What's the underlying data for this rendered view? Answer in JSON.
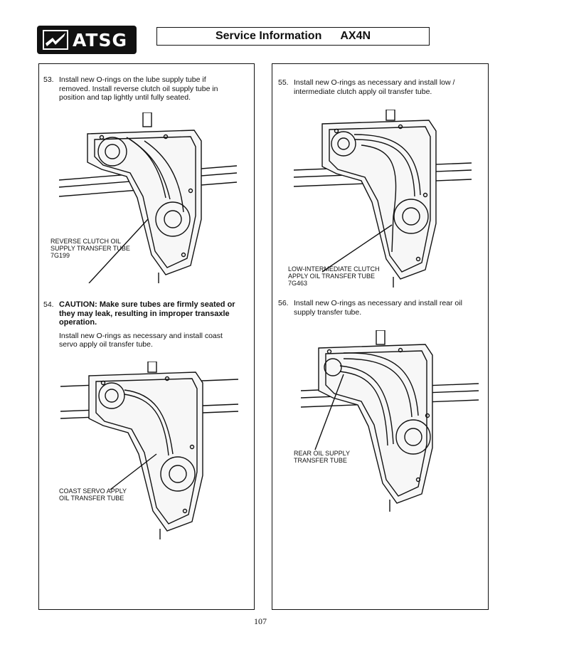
{
  "header": {
    "logo_text": "ATSG",
    "title": "Service Information",
    "model": "AX4N"
  },
  "steps": [
    {
      "number": "53.",
      "text": "Install new O-rings on the lube supply tube if removed. Install reverse clutch oil supply tube in position and tap lightly until fully seated.",
      "callout": "REVERSE CLUTCH OIL SUPPLY TRANSFER TUBE 7G199"
    },
    {
      "number": "54.",
      "caution": "CAUTION: Make sure tubes are firmly seated or they may leak, resulting in improper transaxle operation.",
      "text": "Install new O-rings as necessary and install coast servo apply oil transfer tube.",
      "callout": "COAST SERVO APPLY OIL TRANSFER TUBE"
    },
    {
      "number": "55.",
      "text": "Install new O-rings as necessary and install low / intermediate clutch apply oil transfer tube.",
      "callout": "LOW-INTERMEDIATE CLUTCH APPLY OIL TRANSFER TUBE 7G463"
    },
    {
      "number": "56.",
      "text": "Install new O-rings as necessary and install rear oil supply transfer tube.",
      "callout": "REAR OIL SUPPLY TRANSFER TUBE"
    }
  ],
  "page_number": "107"
}
